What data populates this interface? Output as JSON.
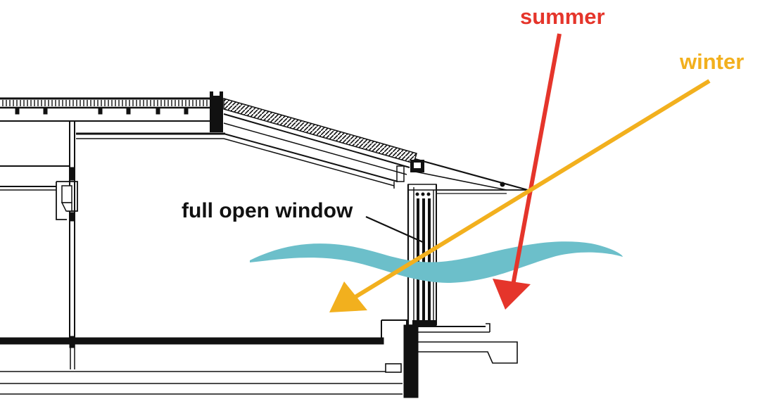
{
  "labels": {
    "summer": "summer",
    "winter": "winter",
    "window": "full open window"
  },
  "colors": {
    "summer": "#e5352b",
    "winter": "#f2b01e",
    "breeze": "#6cbfca",
    "line": "#111111"
  }
}
